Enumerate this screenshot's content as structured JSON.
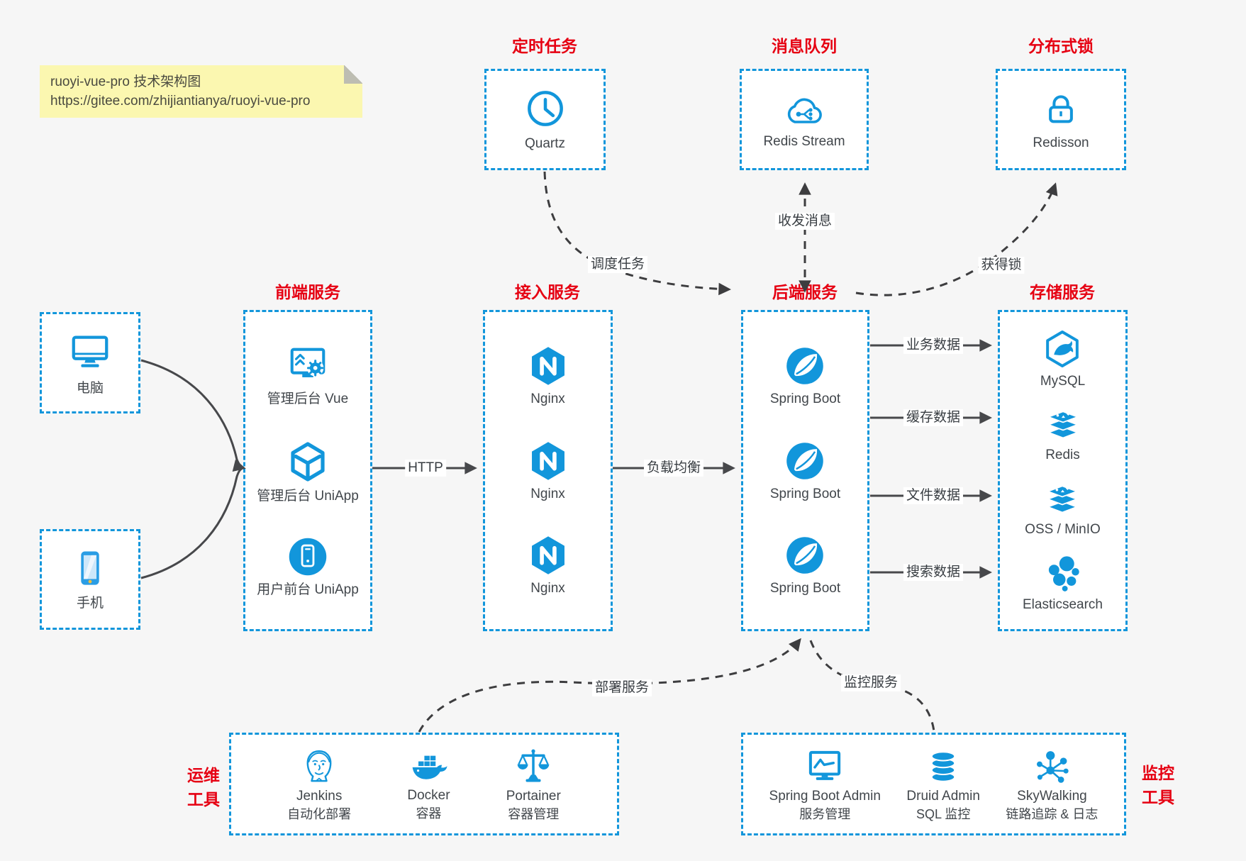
{
  "note": {
    "line1": "ruoyi-vue-pro 技术架构图",
    "line2": "https://gitee.com/zhijiantianya/ruoyi-vue-pro"
  },
  "colors": {
    "accent_blue": "#1296db",
    "title_red": "#e60012",
    "solid_arrow": "#47484b",
    "dashed_arrow": "#3d3d3f",
    "note_bg": "#fbf7b0",
    "canvas_bg": "#f6f6f6"
  },
  "top_services": [
    {
      "title": "定时任务",
      "item": "Quartz",
      "icon": "clock-icon"
    },
    {
      "title": "消息队列",
      "item": "Redis Stream",
      "icon": "cloud-network-icon"
    },
    {
      "title": "分布式锁",
      "item": "Redisson",
      "icon": "lock-icon"
    }
  ],
  "clients": [
    {
      "label": "电脑",
      "icon": "desktop-icon"
    },
    {
      "label": "手机",
      "icon": "phone-icon"
    }
  ],
  "columns": {
    "frontend": {
      "title": "前端服务",
      "items": [
        {
          "label": "管理后台 Vue",
          "icon": "admin-vue-icon"
        },
        {
          "label": "管理后台 UniApp",
          "icon": "uniapp-cube-icon"
        },
        {
          "label": "用户前台 UniApp",
          "icon": "user-app-icon"
        }
      ]
    },
    "gateway": {
      "title": "接入服务",
      "items": [
        {
          "label": "Nginx",
          "icon": "nginx-icon"
        },
        {
          "label": "Nginx",
          "icon": "nginx-icon"
        },
        {
          "label": "Nginx",
          "icon": "nginx-icon"
        }
      ]
    },
    "backend": {
      "title": "后端服务",
      "items": [
        {
          "label": "Spring Boot",
          "icon": "spring-icon"
        },
        {
          "label": "Spring Boot",
          "icon": "spring-icon"
        },
        {
          "label": "Spring Boot",
          "icon": "spring-icon"
        }
      ]
    },
    "storage": {
      "title": "存储服务",
      "items": [
        {
          "label": "MySQL",
          "icon": "mysql-icon"
        },
        {
          "label": "Redis",
          "icon": "redis-stack-icon"
        },
        {
          "label": "OSS / MinIO",
          "icon": "storage-stack-icon"
        },
        {
          "label": "Elasticsearch",
          "icon": "elasticsearch-icon"
        }
      ]
    }
  },
  "edges": {
    "http": "HTTP",
    "load_balance": "负载均衡",
    "business_data": "业务数据",
    "cache_data": "缓存数据",
    "file_data": "文件数据",
    "search_data": "搜索数据",
    "schedule_task": "调度任务",
    "send_receive_message": "收发消息",
    "acquire_lock": "获得锁",
    "deploy_service": "部署服务",
    "monitor_service": "监控服务"
  },
  "bottom": {
    "ops": {
      "title": "运维\n工具",
      "items": [
        {
          "name": "Jenkins",
          "desc": "自动化部署",
          "icon": "jenkins-icon"
        },
        {
          "name": "Docker",
          "desc": "容器",
          "icon": "docker-whale-icon"
        },
        {
          "name": "Portainer",
          "desc": "容器管理",
          "icon": "scale-icon"
        }
      ]
    },
    "monitoring": {
      "title": "监控\n工具",
      "items": [
        {
          "name": "Spring Boot Admin",
          "desc": "服务管理",
          "icon": "monitor-chart-icon"
        },
        {
          "name": "Druid Admin",
          "desc": "SQL 监控",
          "icon": "database-icon"
        },
        {
          "name": "SkyWalking",
          "desc": "链路追踪 & 日志",
          "icon": "topology-icon"
        }
      ]
    }
  }
}
